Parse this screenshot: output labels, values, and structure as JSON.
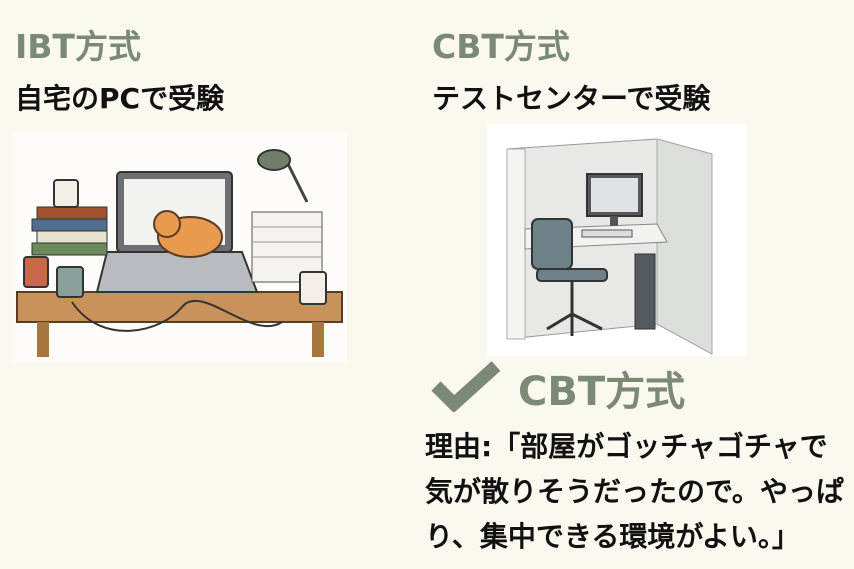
{
  "left": {
    "title": "IBT方式",
    "subtitle": "自宅のPCで受験",
    "image": "cluttered-home-desk-with-cat"
  },
  "right": {
    "title": "CBT方式",
    "subtitle": "テストセンターで受験",
    "image": "test-center-cubicle"
  },
  "choice": {
    "icon": "check-icon",
    "label": "CBT方式",
    "reason_lines": [
      "理由:「部屋がゴッチャゴチャで",
      "気が散りそうだったので。やっぱ",
      "り、集中できる環境がよい。」"
    ]
  },
  "colors": {
    "accent": "#7b8a77",
    "background": "#fbf8f0",
    "text": "#111111"
  }
}
